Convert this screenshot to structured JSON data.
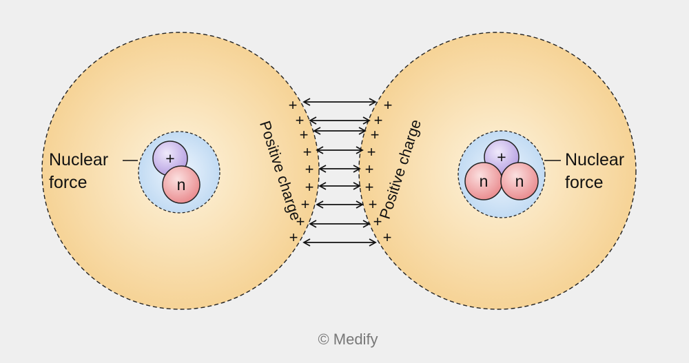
{
  "labels": {
    "left_force_line1": "Nuclear",
    "left_force_line2": "force",
    "right_force_line1": "Nuclear",
    "right_force_line2": "force",
    "left_charge": "Positive charge",
    "right_charge": "Positive charge",
    "copyright": "© Medify"
  },
  "nucleons": {
    "proton_symbol": "+",
    "neutron_symbol": "n",
    "charge_symbol": "+"
  },
  "colors": {
    "background": "#efefef",
    "nucleus_fill": "#f6d396",
    "core_fill": "#c9e0f5",
    "proton_fill": "#c7b4ea",
    "neutron_fill": "#ef9a9c"
  }
}
